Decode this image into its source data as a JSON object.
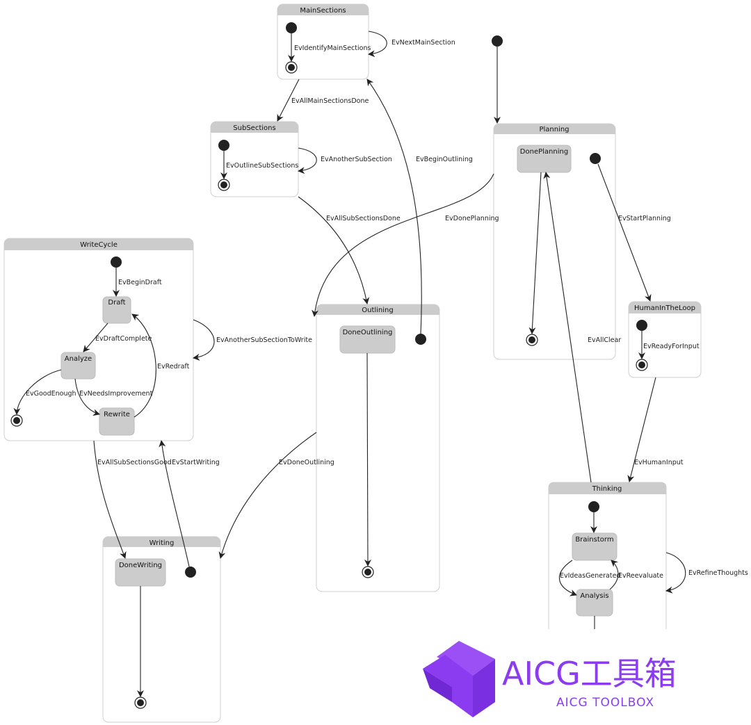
{
  "states": {
    "main_sections": "MainSections",
    "sub_sections": "SubSections",
    "write_cycle": "WriteCycle",
    "outlining": "Outlining",
    "planning": "Planning",
    "human_in_the_loop": "HumanInTheLoop",
    "thinking": "Thinking",
    "writing": "Writing"
  },
  "substates": {
    "draft": "Draft",
    "analyze": "Analyze",
    "rewrite": "Rewrite",
    "done_outlining": "DoneOutlining",
    "done_planning": "DonePlanning",
    "done_writing": "DoneWriting",
    "brainstorm": "Brainstorm",
    "analysis": "Analysis"
  },
  "events": {
    "identify_main_sections": "EvIdentifyMainSections",
    "next_main_section": "EvNextMainSection",
    "all_main_sections_done": "EvAllMainSectionsDone",
    "outline_sub_sections": "EvOutlineSubSections",
    "another_sub_section": "EvAnotherSubSection",
    "begin_outlining": "EvBeginOutlining",
    "all_sub_sections_done": "EvAllSubSectionsDone",
    "done_planning": "EvDonePlanning",
    "start_planning": "EvStartPlanning",
    "begin_draft": "EvBeginDraft",
    "draft_complete": "EvDraftComplete",
    "redraft": "EvRedraft",
    "another_sub_section_to_write": "EvAnotherSubSectionToWrite",
    "good_enough": "EvGoodEnough",
    "needs_improvement": "EvNeedsImprovement",
    "all_clear": "EvAllClear",
    "ready_for_input": "EvReadyForInput",
    "all_sub_sections_good": "EvAllSubSectionsGood",
    "start_writing": "EvStartWriting",
    "done_outlining": "EvDoneOutlining",
    "human_input": "EvHumanInput",
    "refine_thoughts": "EvRefineThoughts",
    "ideas_generated": "EvIdeasGenerated",
    "reevaluate": "EvReevaluate"
  },
  "watermark": {
    "title": "AICG工具箱",
    "subtitle": "AICG TOOLBOX",
    "logo_color": "#8b3cf0"
  }
}
